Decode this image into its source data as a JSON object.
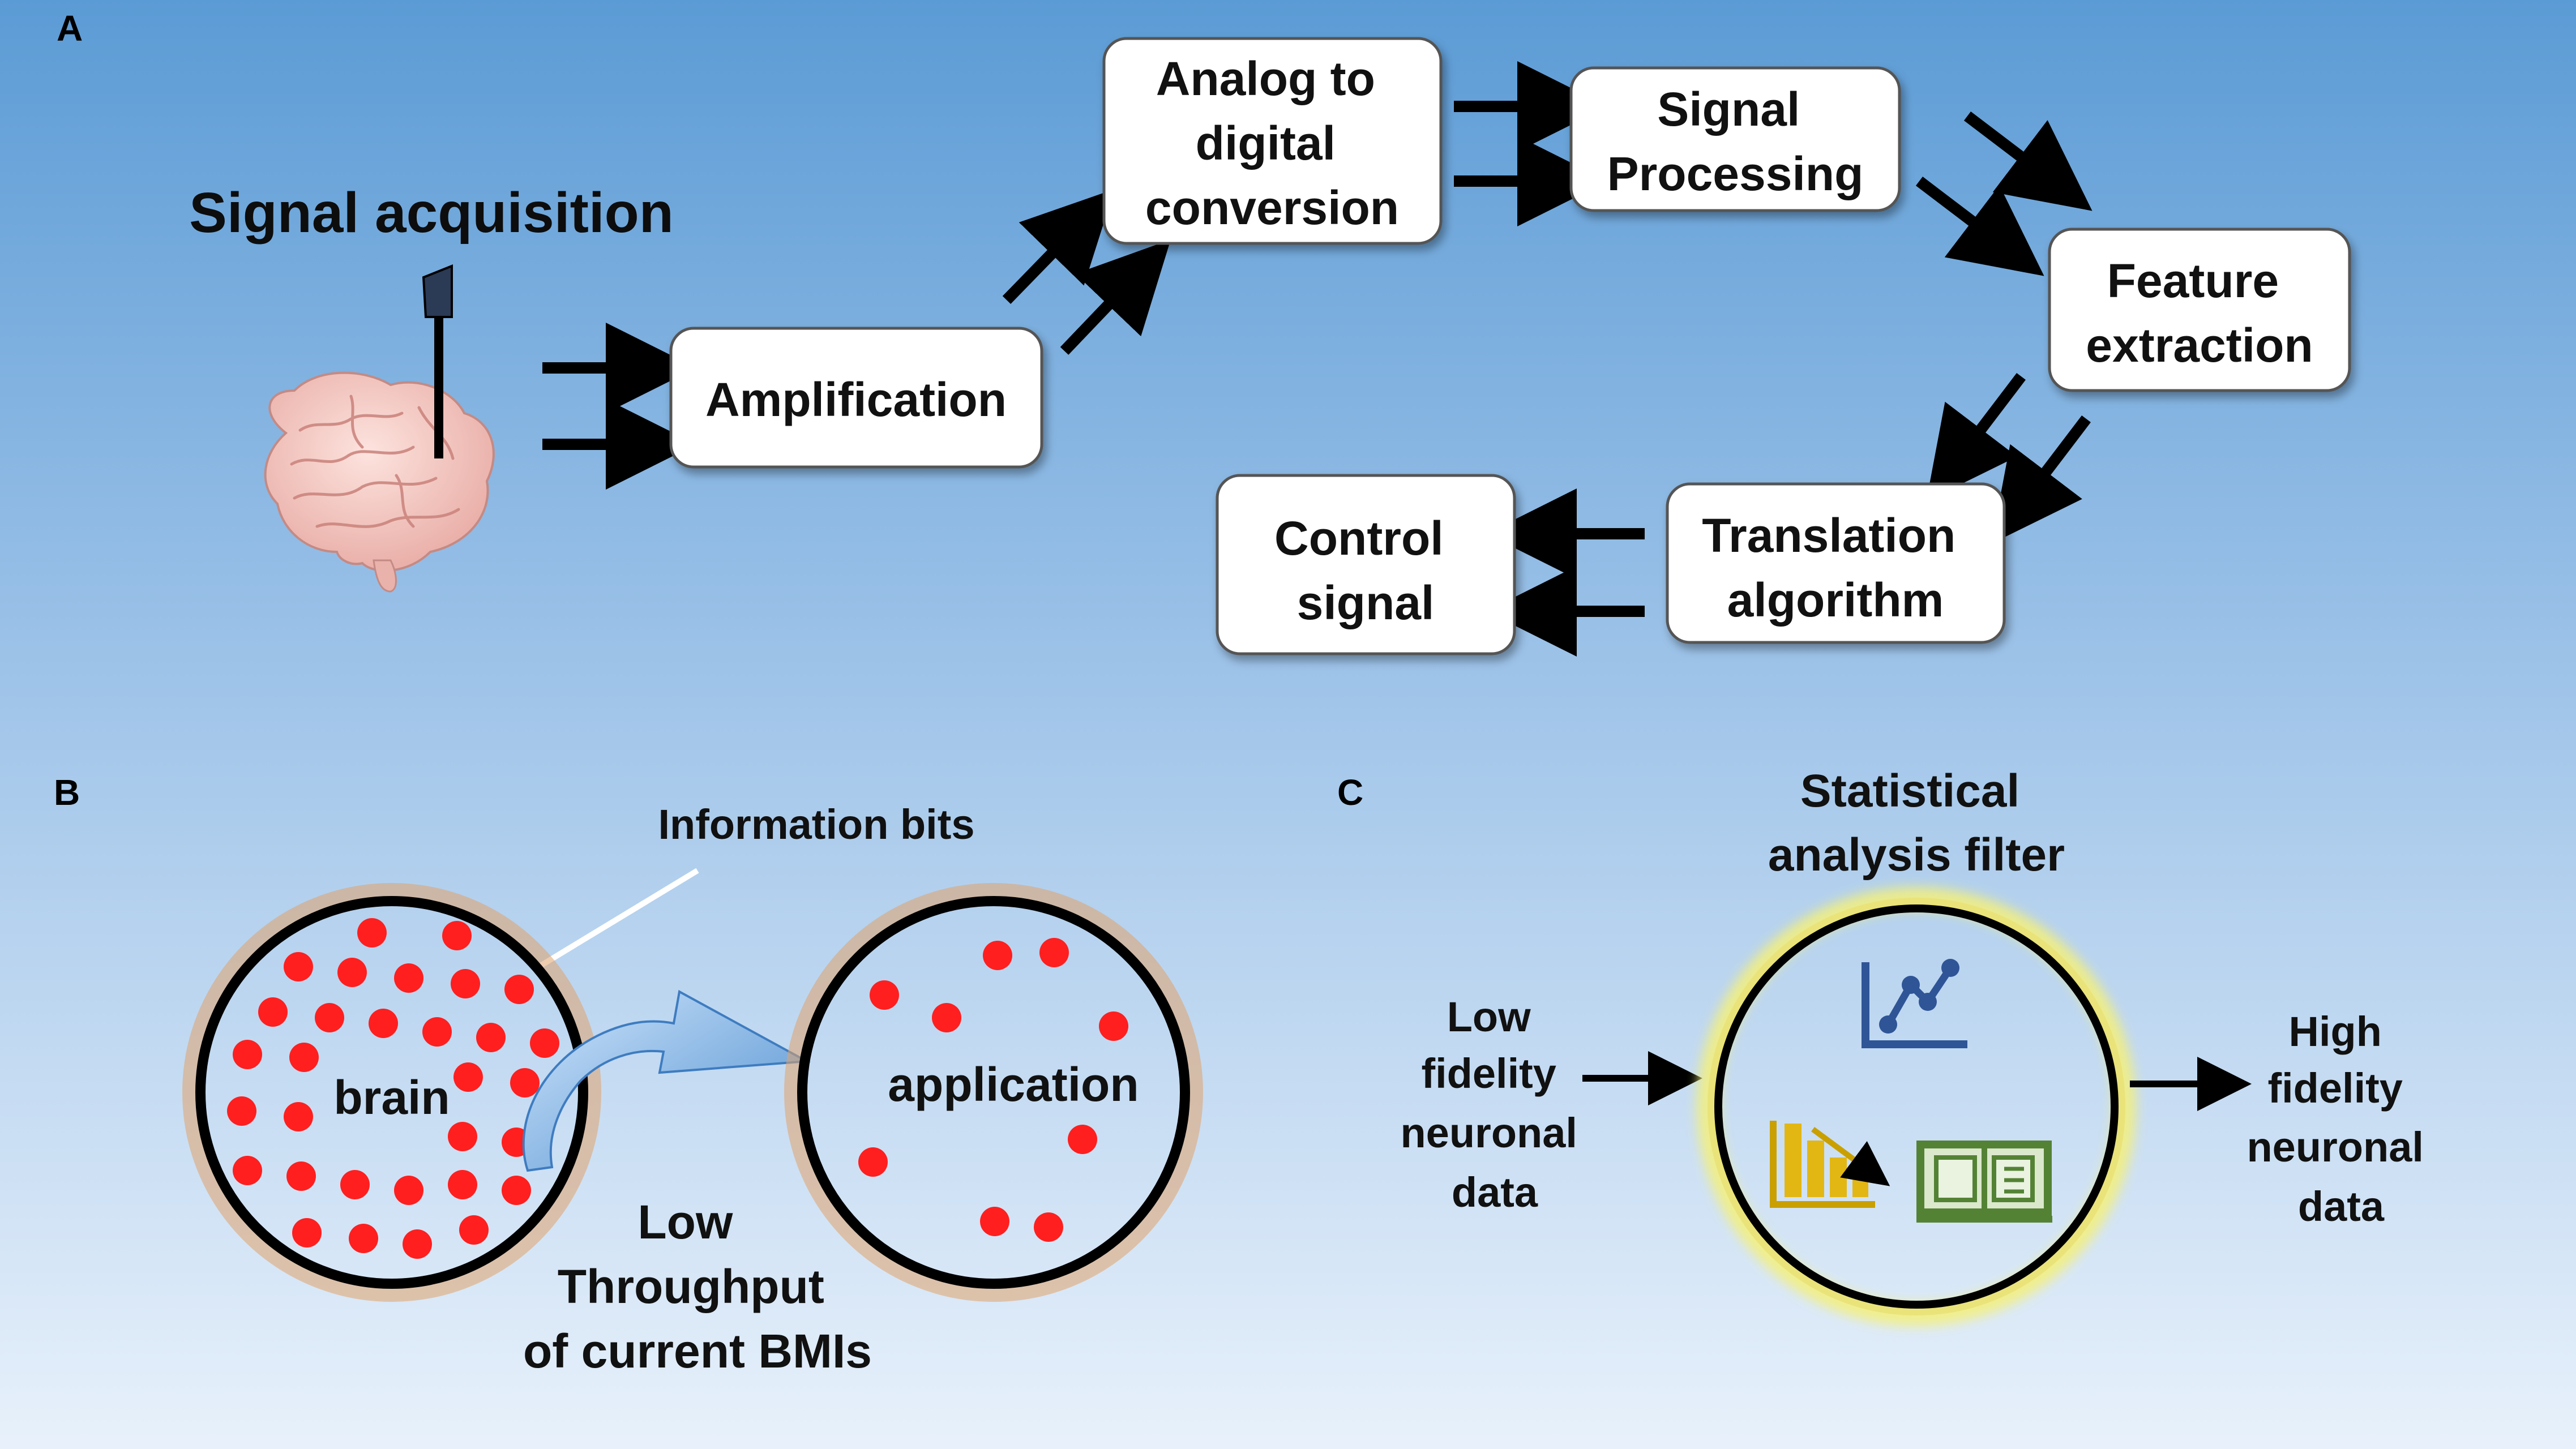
{
  "panels": {
    "a": {
      "letter": "A",
      "acquisition_label": "Signal acquisition",
      "steps": {
        "amplification": [
          "Amplification"
        ],
        "adc": [
          "Analog to",
          "digital",
          "conversion"
        ],
        "signal_processing": [
          "Signal",
          "Processing"
        ],
        "feature_extraction": [
          "Feature",
          "extraction"
        ],
        "translation": [
          "Translation",
          "algorithm"
        ],
        "control": [
          "Control",
          "signal"
        ]
      }
    },
    "b": {
      "letter": "B",
      "information_bits_label": "Information bits",
      "brain_label": "brain",
      "application_label": "application",
      "throughput_caption": [
        "Low",
        "Throughput",
        "of current BMIs"
      ]
    },
    "c": {
      "letter": "C",
      "filter_title": [
        "Statistical",
        "analysis filter"
      ],
      "input_label": [
        "Low",
        "fidelity",
        "neuronal",
        "data"
      ],
      "output_label": [
        "High",
        "fidelity",
        "neuronal",
        "data"
      ],
      "filter_icons": [
        "line-chart-icon",
        "bar-chart-down-icon",
        "open-book-icon"
      ]
    }
  },
  "colors": {
    "background_top": "#5b9bd5",
    "background_bottom": "#e8f1fb",
    "box_fill": "#ffffff",
    "dot": "#ff1f1f",
    "icon_blue": "#2f5597",
    "icon_gold": "#c9a000",
    "icon_green": "#548235",
    "flow_arrow": "#6fa8dc"
  }
}
